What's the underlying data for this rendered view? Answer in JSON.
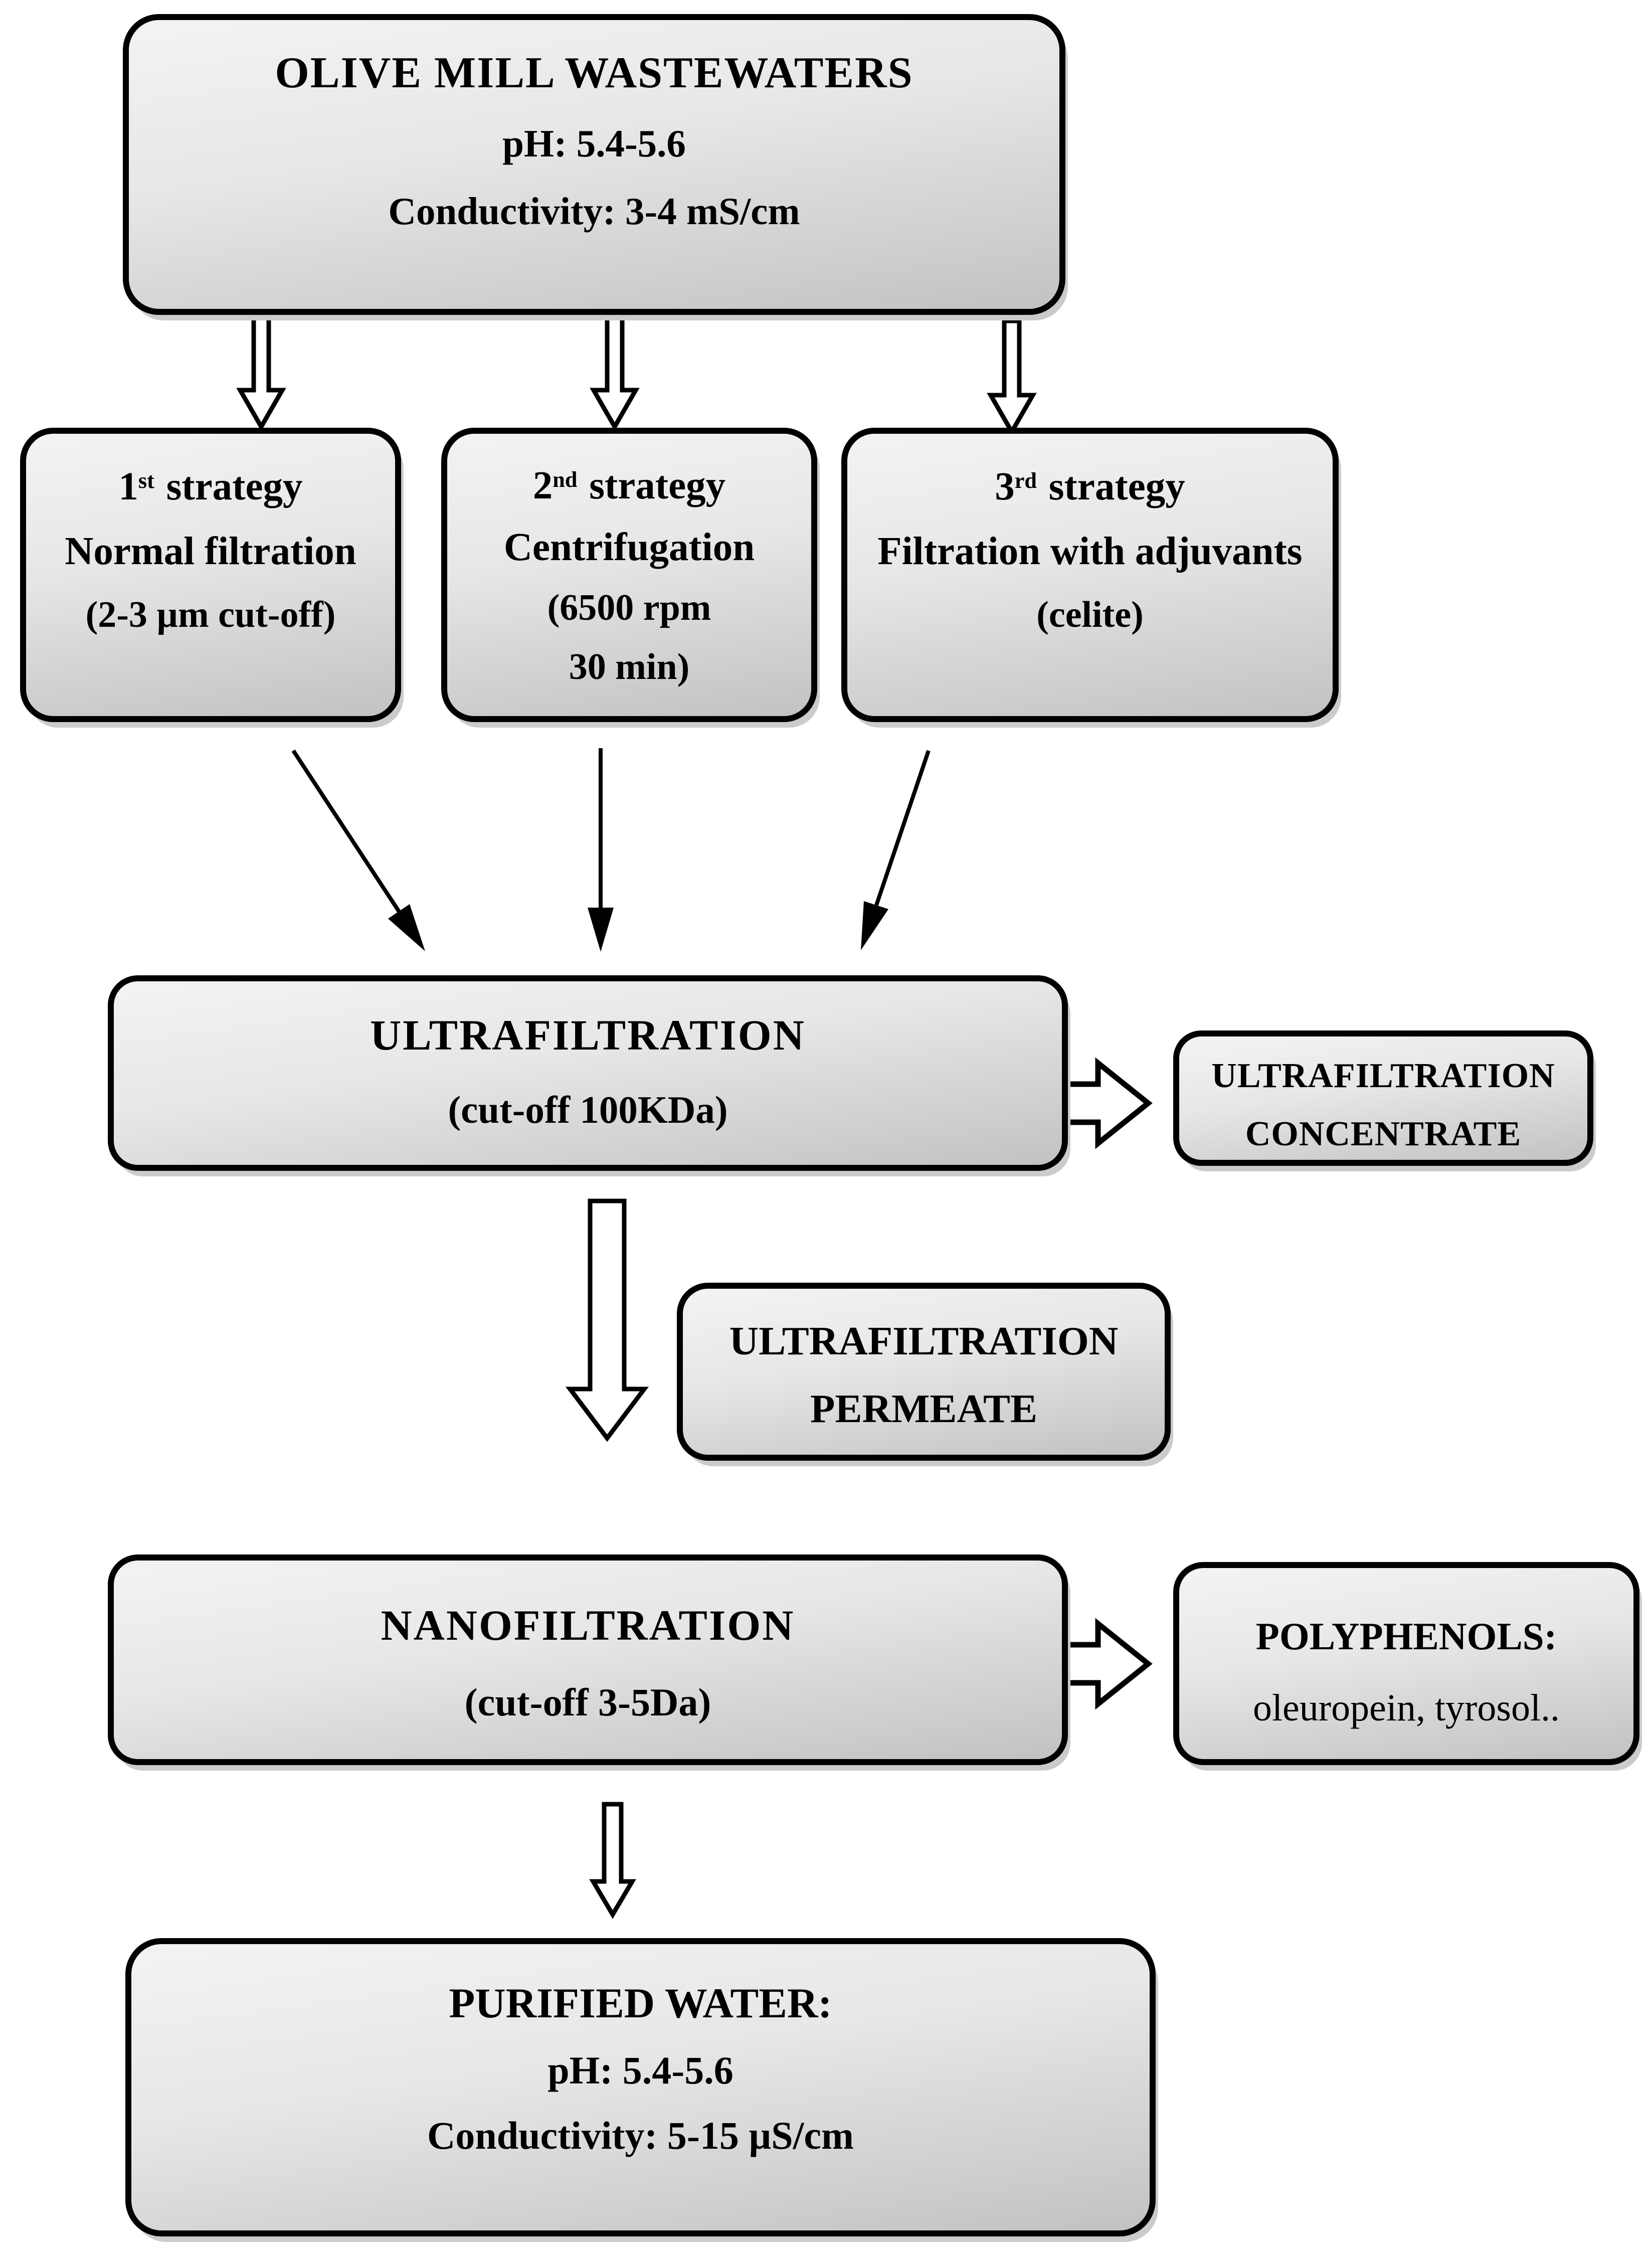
{
  "figure": {
    "source_box": {
      "title": "OLIVE MILL WASTEWATERS",
      "ph": "pH: 5.4-5.6",
      "conductivity": "Conductivity: 3-4 mS/cm"
    },
    "strategies": [
      {
        "num": "1",
        "ord": "st",
        "label": "strategy",
        "method": "Normal filtration",
        "details": [
          "(2-3 µm cut-off)"
        ]
      },
      {
        "num": "2",
        "ord": "nd",
        "label": "strategy",
        "method": "Centrifugation",
        "details": [
          "(6500 rpm",
          "30 min)"
        ]
      },
      {
        "num": "3",
        "ord": "rd",
        "label": "strategy",
        "method": "Filtration with adjuvants",
        "details": [
          "(celite)"
        ]
      }
    ],
    "ultrafiltration_box": {
      "title": "ULTRAFILTRATION",
      "detail": "(cut-off 100KDa)"
    },
    "uf_concentrate_box": {
      "line1": "ULTRAFILTRATION",
      "line2": "CONCENTRATE"
    },
    "uf_permeate_box": {
      "line1": "ULTRAFILTRATION",
      "line2": "PERMEATE"
    },
    "nanofiltration_box": {
      "title": "NANOFILTRATION",
      "detail": "(cut-off 3-5Da)"
    },
    "polyphenols_box": {
      "title": "POLYPHENOLS:",
      "detail": "oleuropein, tyrosol.."
    },
    "purified_water_box": {
      "title": "PURIFIED WATER:",
      "ph": "pH: 5.4-5.6",
      "conductivity": "Conductivity: 5-15 µS/cm"
    },
    "colors": {
      "border": "#000000",
      "text": "#000000",
      "box_fill_top": "#f3f3f3",
      "box_fill_bottom": "#c2c2c2",
      "shadow": "#cbcbcb",
      "background": "#ffffff",
      "arrow_fill": "#ffffff"
    }
  }
}
